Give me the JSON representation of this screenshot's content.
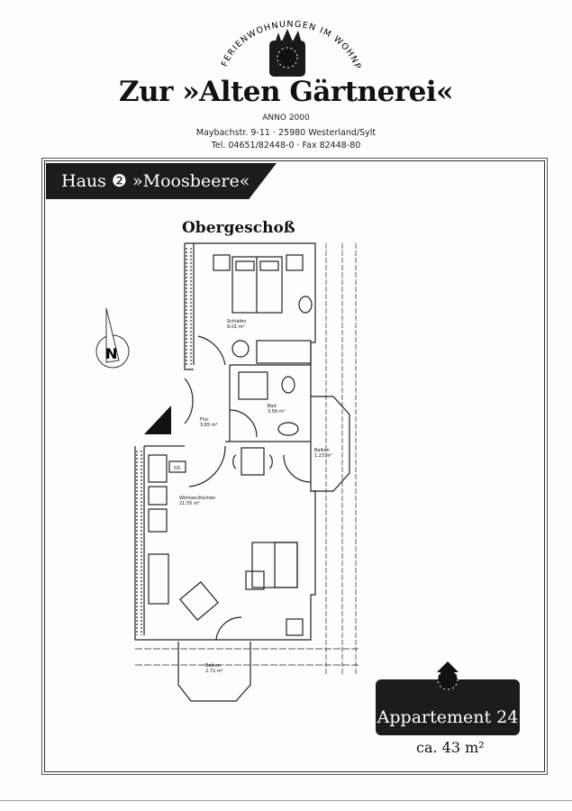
{
  "header": {
    "arc_text": "FERIENWOHNUNGEN IM WOHNPARK",
    "title": "Zur »Alten Gärtnerei«",
    "anno": "ANNO 2000",
    "address": "Maybachstr. 9-11 · 25980 Westerland/Sylt",
    "phone": "Tel. 04651/82448-0 · Fax 82448-80"
  },
  "house": {
    "label": "Haus ❷ »Moosbeere«"
  },
  "plan": {
    "floor": "Obergeschoß",
    "compass": "N",
    "rooms": [
      {
        "name": "Schlafen",
        "area": "9.01 m²"
      },
      {
        "name": "Bad",
        "area": "3.56 m²"
      },
      {
        "name": "Flur",
        "area": "3.65 m²"
      },
      {
        "name": "Balkon",
        "area": "1.23 m²"
      },
      {
        "name": "Wohnen/Kochen",
        "area": "21.55 m²"
      },
      {
        "name": "Balkon",
        "area": "2.72 m²"
      }
    ],
    "gs": "GS"
  },
  "apartment": {
    "label": "Appartement 24",
    "size": "ca. 43 m²"
  }
}
